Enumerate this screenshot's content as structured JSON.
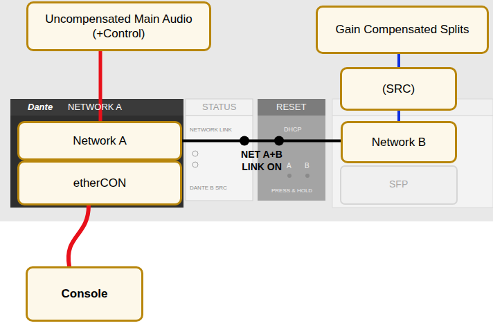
{
  "diagram": {
    "nodes": [
      {
        "text": [
          "Uncompensated Main Audio (+Control)"
        ]
      },
      {
        "text": [
          "Gain Compensated Splits"
        ]
      },
      {
        "text": [
          "(SRC)"
        ]
      },
      {
        "text": [
          "Network A"
        ]
      },
      {
        "text": [
          "Network B"
        ]
      },
      {
        "text": [
          "etherCON"
        ]
      },
      {
        "text": [
          "Console"
        ]
      }
    ],
    "edges": [
      {
        "from": 0,
        "to": 3,
        "arrow": "none"
      },
      {
        "from": 3,
        "to": 4,
        "label": "NET A+B LINK ON",
        "arrow": "none"
      },
      {
        "from": 1,
        "to": 2,
        "arrow": "none"
      },
      {
        "from": 2,
        "to": 4,
        "arrow": "none"
      },
      {
        "from": 5,
        "to": 6,
        "arrow": "none"
      }
    ],
    "labels": [
      "Dante",
      "NETWORK A",
      "STATUS",
      "RESET",
      "NETWORK LINK",
      "DHCP",
      "A",
      "B",
      "DANTE B SRC",
      "PRESS & HOLD",
      "SFP"
    ]
  }
}
